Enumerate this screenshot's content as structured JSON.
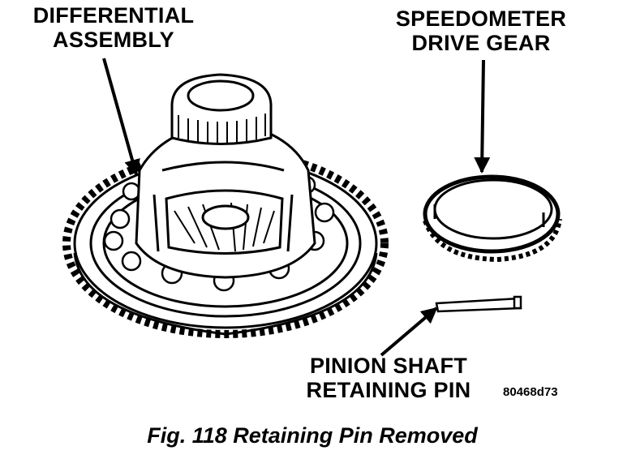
{
  "labels": {
    "differential": [
      "DIFFERENTIAL",
      "ASSEMBLY"
    ],
    "speedometer": [
      "SPEEDOMETER",
      "DRIVE GEAR"
    ],
    "pin": [
      "PINION SHAFT",
      "RETAINING PIN"
    ]
  },
  "reference_code": "80468d73",
  "caption": "Fig. 118 Retaining Pin Removed"
}
